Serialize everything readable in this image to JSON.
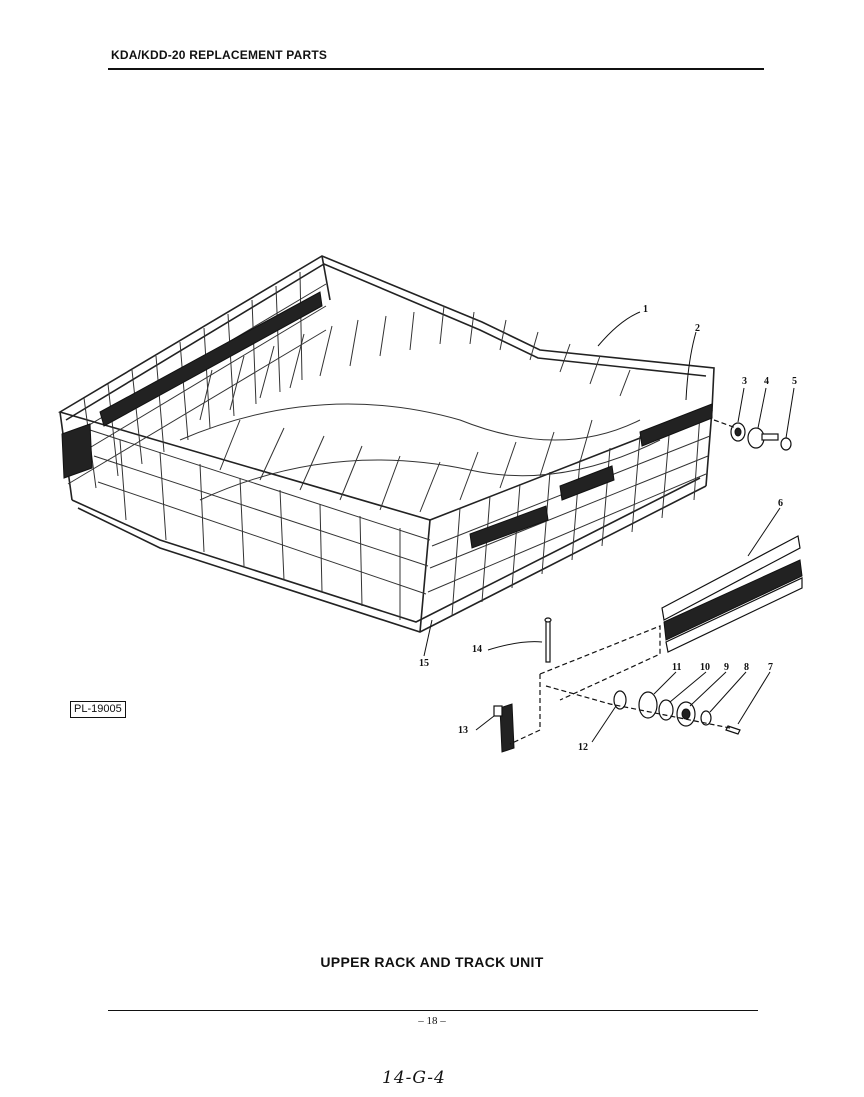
{
  "header": {
    "title": "KDA/KDD-20 REPLACEMENT PARTS"
  },
  "diagram": {
    "plate_id": "PL-19005",
    "caption": "UPPER RACK AND TRACK UNIT",
    "callouts": [
      "1",
      "2",
      "3",
      "4",
      "5",
      "6",
      "7",
      "8",
      "9",
      "10",
      "11",
      "12",
      "13",
      "14",
      "15"
    ]
  },
  "footer": {
    "page_number": "– 18 –",
    "handwritten_note": "14-G-4"
  }
}
